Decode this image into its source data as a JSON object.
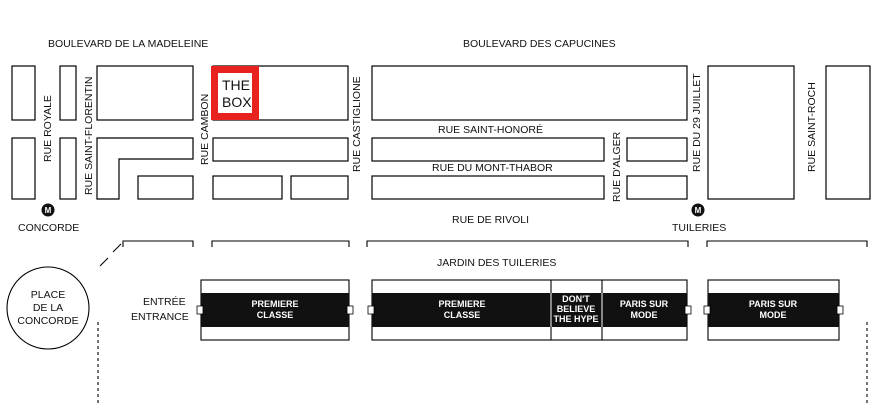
{
  "streets": {
    "blvd_madeleine": "BOULEVARD DE LA MADELEINE",
    "blvd_capucines": "BOULEVARD DES CAPUCINES",
    "rue_royale": "RUE ROYALE",
    "rue_saint_florentin": "RUE SAINT-FLORENTIN",
    "rue_cambon": "RUE CAMBON",
    "rue_castiglione": "RUE CASTIGLIONE",
    "rue_saint_honore": "RUE SAINT-HONORÉ",
    "rue_mont_thabor": "RUE DU MONT-THABOR",
    "rue_alger": "RUE D'ALGER",
    "rue_29_juillet": "RUE DU 29 JUILLET",
    "rue_saint_roch": "RUE SAINT-ROCH",
    "rue_rivoli": "RUE DE RIVOLI",
    "jardin": "JARDIN DES TUILERIES"
  },
  "metro": {
    "symbol": "M",
    "concorde": "CONCORDE",
    "tuileries": "TUILERIES"
  },
  "place_concorde": {
    "line1": "PLACE",
    "line2": "DE LA",
    "line3": "CONCORDE"
  },
  "entrance": {
    "line1": "ENTRÉE",
    "line2": "ENTRANCE"
  },
  "the_box": {
    "line1": "THE",
    "line2": "BOX",
    "color": "#e8231f"
  },
  "venues": [
    {
      "line1": "PREMIERE",
      "line2": "CLASSE"
    },
    {
      "line1": "PREMIERE",
      "line2": "CLASSE"
    },
    {
      "line1": "DON'T",
      "line2": "BELIEVE",
      "line3": "THE HYPE"
    },
    {
      "line1": "PARIS SUR",
      "line2": "MODE"
    },
    {
      "line1": "PARIS SUR",
      "line2": "MODE"
    }
  ]
}
